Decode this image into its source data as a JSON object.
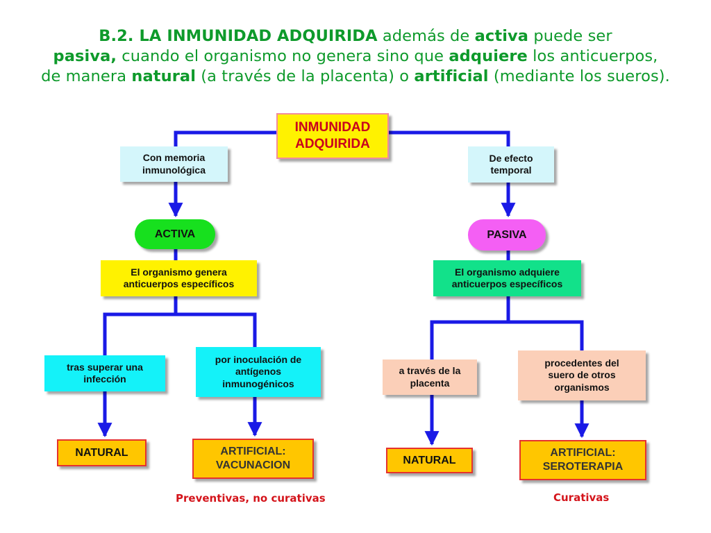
{
  "header": {
    "p1": "B.2. LA INMUNIDAD ADQUIRIDA",
    "p2": " además de ",
    "p3": "activa",
    "p4": " puede ser",
    "p5": "pasiva,",
    "p6": " cuando el organismo no genera sino que ",
    "p7": "adquiere",
    "p8": " los anticuerpos,",
    "p9": "de manera ",
    "p10": "natural",
    "p11": " (a través de la placenta) o ",
    "p12": "artificial",
    "p13": " (mediante los sueros)."
  },
  "diagram": {
    "root": [
      "INMUNIDAD",
      "ADQUIRIDA"
    ],
    "left_label": [
      "Con memoria",
      "inmunológica"
    ],
    "right_label": [
      "De efecto",
      "temporal"
    ],
    "activa": "ACTIVA",
    "pasiva": "PASIVA",
    "activa_desc": [
      "El organismo genera",
      "anticuerpos específicos"
    ],
    "pasiva_desc": [
      "El organismo adquiere",
      "anticuerpos específicos"
    ],
    "activa_nat_desc": [
      "tras superar una",
      "infección"
    ],
    "activa_art_desc": [
      "por inoculación de",
      "antígenos",
      "inmunogénicos"
    ],
    "pasiva_nat_desc": [
      "a través de la",
      "placenta"
    ],
    "pasiva_art_desc": [
      "procedentes del",
      "suero de otros",
      "organismos"
    ],
    "activa_nat": "NATURAL",
    "activa_art": [
      "ARTIFICIAL:",
      "VACUNACION"
    ],
    "pasiva_nat": "NATURAL",
    "pasiva_art": [
      "ARTIFICIAL:",
      "SEROTERAPIA"
    ],
    "note_activa": "Preventivas, no curativas",
    "note_pasiva": "Curativas"
  },
  "colors": {
    "title_green": "#0e9a2b",
    "connector_blue": "#1a1ae6",
    "root_text": "#c8001e",
    "note_red": "#d4141b"
  }
}
